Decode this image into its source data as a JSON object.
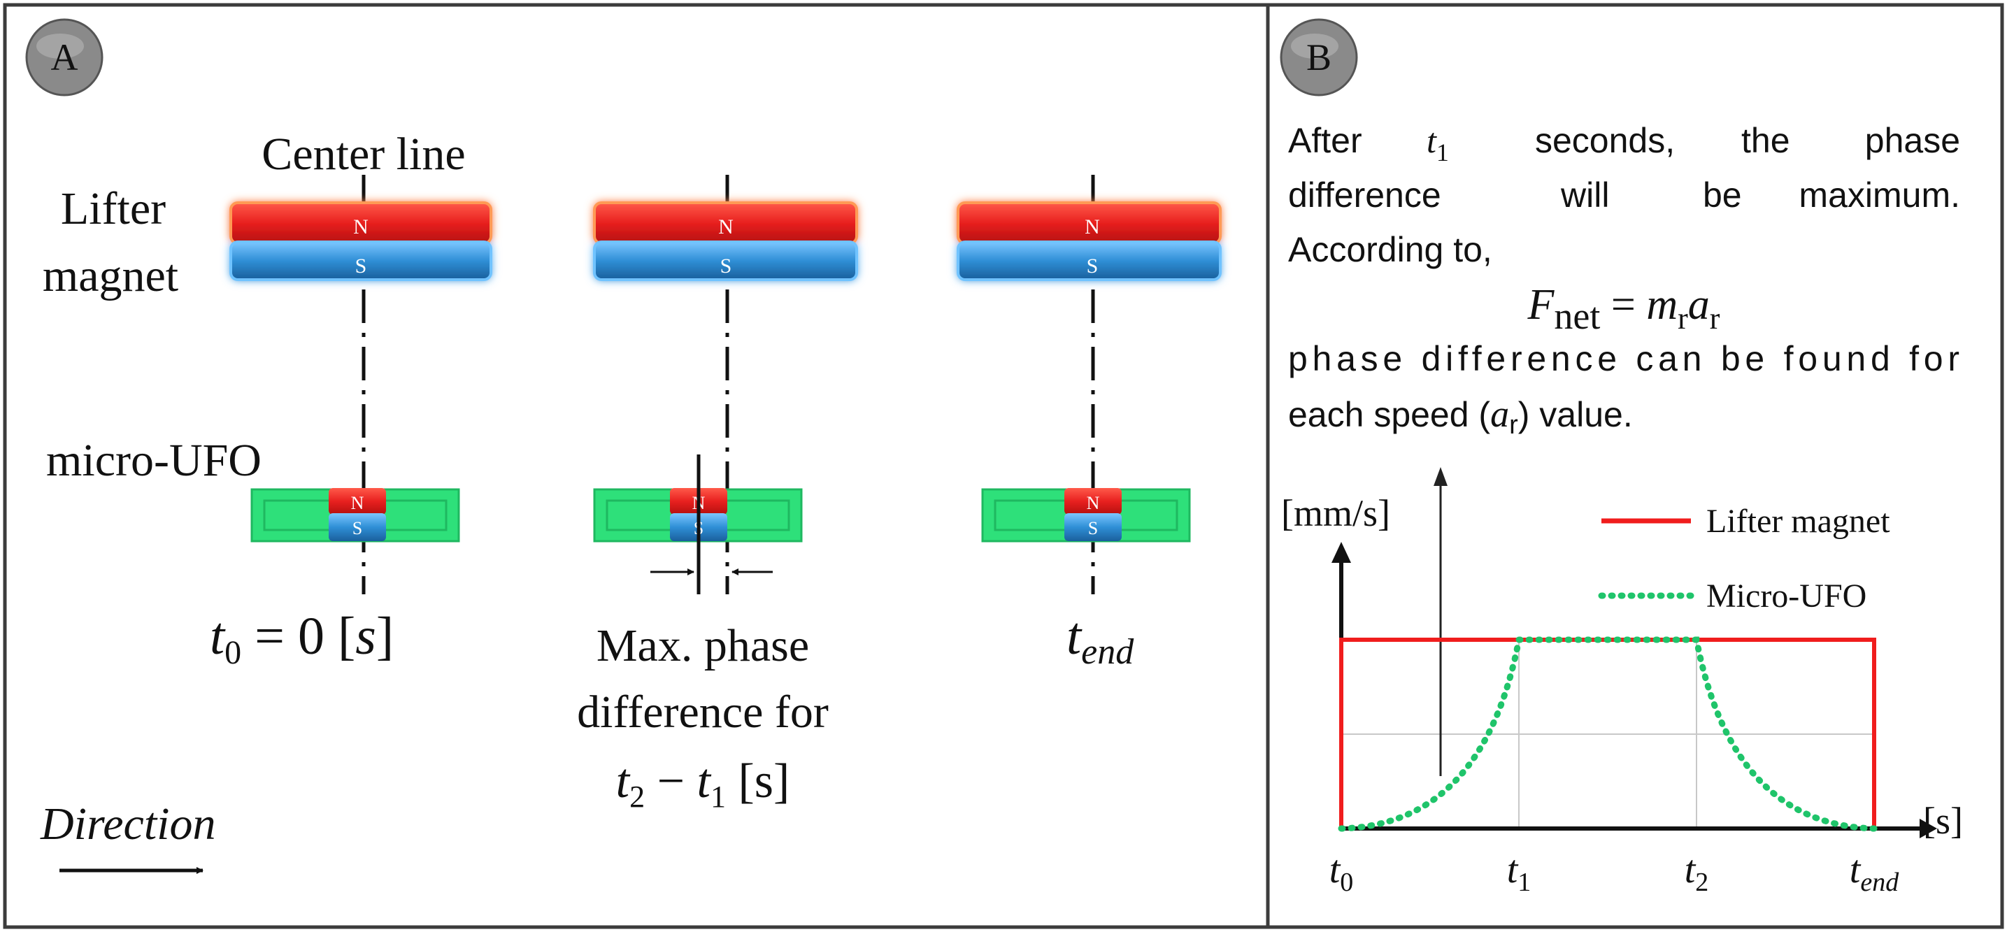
{
  "colors": {
    "magnet_north": "#e8201f",
    "magnet_south": "#2f8fd6",
    "ufo_body": "#2ee07a",
    "lifter_line": "#f01d1d",
    "ufo_line": "#1fc46a",
    "badge": "#8a8a8a",
    "frame": "#3c3c3c"
  },
  "panel_a": {
    "badge": "A",
    "center_line_label": "Center line",
    "lifter_label_line1": "Lifter",
    "lifter_label_line2": "magnet",
    "ufo_label": "micro-UFO",
    "north_pole": "N",
    "south_pole": "S",
    "t0": {
      "base": "t",
      "sub": "0",
      "rest": " = 0 [",
      "unit": "s",
      "end": "]"
    },
    "phase_line1": "Max. phase",
    "phase_line2": "difference for",
    "phase_t2": {
      "a": "t",
      "a_sub": "2",
      "minus": " − ",
      "b": "t",
      "b_sub": "1",
      "rest": " [s]"
    },
    "tend": {
      "base": "t",
      "sub": "end"
    },
    "direction": "Direction"
  },
  "panel_b": {
    "badge": "B",
    "para1": {
      "line1_a": "After",
      "line1_var": "t",
      "line1_sub": "1",
      "line1_b": "seconds,",
      "line1_c": "the",
      "line1_d": "phase",
      "line2_a": "difference",
      "line2_b": "will",
      "line2_c": "be",
      "line2_d": "maximum.",
      "line3": "According to,"
    },
    "equation": {
      "F": "F",
      "F_sub": "net",
      "eq": " = ",
      "m": "m",
      "m_sub": "r",
      "a": "a",
      "a_sub": "r"
    },
    "para2": {
      "line1": "phase difference can be found for",
      "line2_a": "each speed (",
      "line2_var": "a",
      "line2_sub": "r",
      "line2_b": ") value."
    }
  },
  "chart_data": {
    "type": "line",
    "ylabel": "[mm/s]",
    "xlabel": "[s]",
    "x_ticks": [
      {
        "base": "t",
        "sub": "0"
      },
      {
        "base": "t",
        "sub": "1"
      },
      {
        "base": "t",
        "sub": "2"
      },
      {
        "base": "t",
        "sub": "end"
      }
    ],
    "x_positions": [
      0,
      1,
      2,
      3
    ],
    "ylim": [
      0,
      1
    ],
    "grid": true,
    "legend_position": "top-right",
    "series": [
      {
        "name": "Lifter magnet",
        "style": "solid",
        "color": "#f01d1d",
        "points": [
          [
            0,
            0
          ],
          [
            0,
            1
          ],
          [
            3,
            1
          ],
          [
            3,
            0
          ]
        ]
      },
      {
        "name": "Micro-UFO",
        "style": "dotted",
        "color": "#1fc46a",
        "points": [
          [
            0,
            0
          ],
          [
            0.25,
            0.05
          ],
          [
            0.5,
            0.15
          ],
          [
            0.75,
            0.4
          ],
          [
            1,
            1
          ],
          [
            2,
            1
          ],
          [
            2.25,
            0.42
          ],
          [
            2.5,
            0.18
          ],
          [
            2.75,
            0.06
          ],
          [
            3,
            0
          ]
        ]
      }
    ]
  }
}
